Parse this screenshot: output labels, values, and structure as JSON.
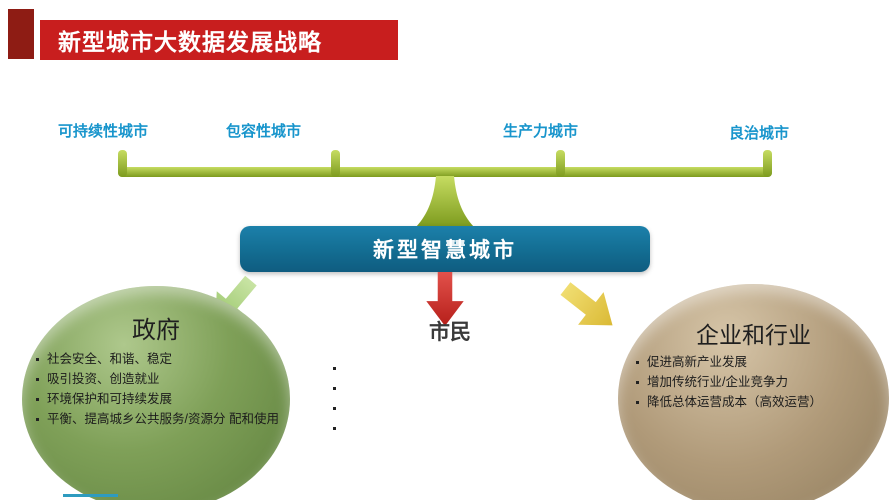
{
  "header": {
    "title": "新型城市大数据发展战略"
  },
  "top_labels": [
    "可持续性城市",
    "包容性城市",
    "生产力城市",
    "良治城市"
  ],
  "center_box": {
    "label": "新型智慧城市"
  },
  "groups": {
    "government": {
      "title": "政府",
      "items": [
        "社会安全、和谐、稳定",
        "吸引投资、创造就业",
        "环境保护和可持续发展",
        "平衡、提高城乡公共服务/资源分 配和使用"
      ]
    },
    "citizens": {
      "title": "市民",
      "items": [
        "",
        "",
        "",
        ""
      ]
    },
    "enterprise": {
      "title": "企业和行业",
      "items": [
        "促进高新产业发展",
        "增加传统行业/企业竞争力",
        "降低总体运营成本（高效运营）"
      ]
    }
  },
  "colors": {
    "accent_red": "#c81e1e",
    "dark_red": "#8e1c14",
    "label_blue": "#1895cc",
    "bracket_green": "#9ab832",
    "box_teal": "#136d92",
    "gov_green": "#7fa058",
    "ent_tan": "#b09a79",
    "arrow_green": "#9cc96a",
    "arrow_red": "#cf2a22",
    "arrow_yellow": "#e3c33f",
    "footer_teal": "#2e9bbf"
  }
}
